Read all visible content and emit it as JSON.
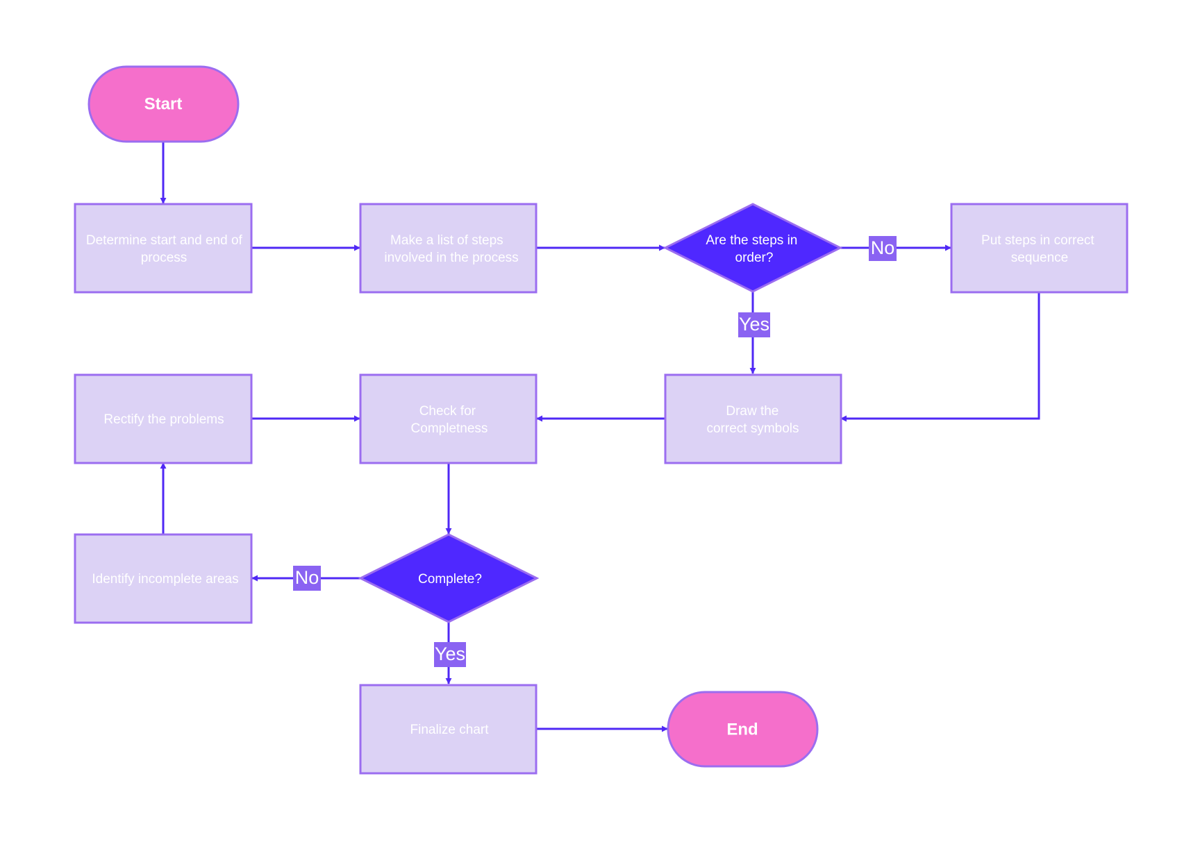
{
  "diagram": {
    "colors": {
      "process_fill": "#DCD2F5",
      "process_stroke": "#9B6DF0",
      "decision_fill": "#4F28FF",
      "decision_stroke": "#9B6DF0",
      "terminal_fill": "#F56FCB",
      "terminal_stroke": "#9B6DF0",
      "edge": "#4F28F5",
      "edge_label_bg": "#8A63F2",
      "text": "#FFFFFF"
    },
    "nodes": {
      "start": {
        "type": "terminal",
        "label": "Start"
      },
      "determine": {
        "type": "process",
        "lines": [
          "Determine start and end of",
          "process"
        ]
      },
      "make_list": {
        "type": "process",
        "lines": [
          "Make a list of steps",
          "involved in the process"
        ]
      },
      "in_order": {
        "type": "decision",
        "lines": [
          "Are the steps in",
          "order?"
        ]
      },
      "put_steps": {
        "type": "process",
        "lines": [
          "Put steps in correct",
          "sequence"
        ]
      },
      "draw_symbols": {
        "type": "process",
        "lines": [
          "Draw the",
          "correct symbols"
        ]
      },
      "check": {
        "type": "process",
        "lines": [
          "Check for",
          "Completness"
        ]
      },
      "rectify": {
        "type": "process",
        "lines": [
          "Rectify the problems"
        ]
      },
      "identify": {
        "type": "process",
        "lines": [
          "Identify incomplete areas"
        ]
      },
      "complete": {
        "type": "decision",
        "lines": [
          "Complete?"
        ]
      },
      "finalize": {
        "type": "process",
        "lines": [
          "Finalize chart"
        ]
      },
      "end": {
        "type": "terminal",
        "label": "End"
      }
    },
    "edges": [
      {
        "from": "start",
        "to": "determine"
      },
      {
        "from": "determine",
        "to": "make_list"
      },
      {
        "from": "make_list",
        "to": "in_order"
      },
      {
        "from": "in_order",
        "to": "put_steps",
        "label": "No"
      },
      {
        "from": "in_order",
        "to": "draw_symbols",
        "label": "Yes"
      },
      {
        "from": "put_steps",
        "to": "draw_symbols"
      },
      {
        "from": "draw_symbols",
        "to": "check"
      },
      {
        "from": "check",
        "to": "complete"
      },
      {
        "from": "complete",
        "to": "identify",
        "label": "No"
      },
      {
        "from": "identify",
        "to": "rectify"
      },
      {
        "from": "rectify",
        "to": "check"
      },
      {
        "from": "complete",
        "to": "finalize",
        "label": "Yes"
      },
      {
        "from": "finalize",
        "to": "end"
      }
    ]
  }
}
